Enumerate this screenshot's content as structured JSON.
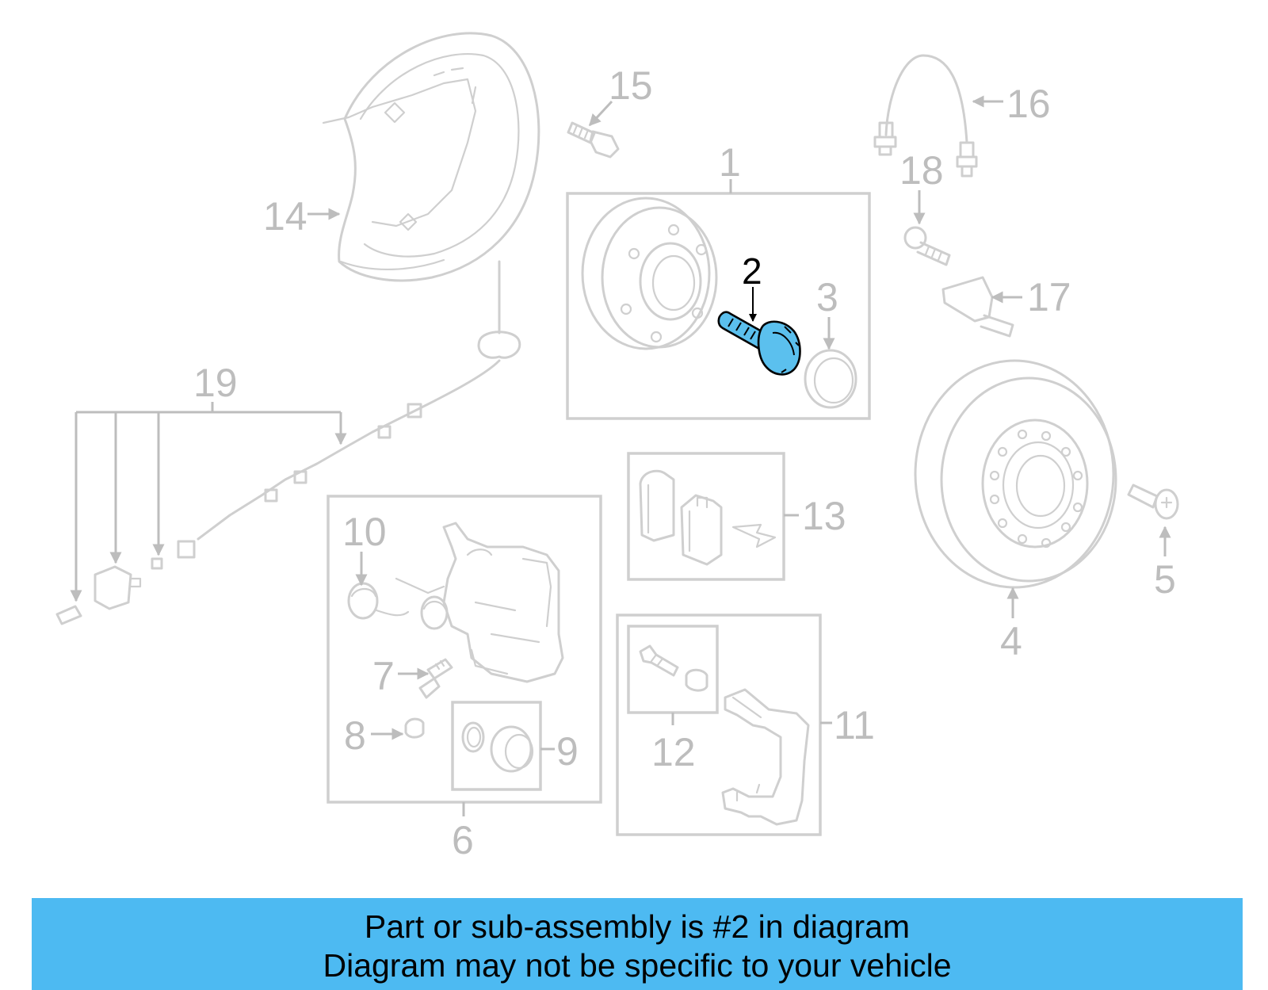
{
  "highlight_color": "#4dbaf2",
  "diagram": {
    "highlighted_part": "2",
    "callouts": {
      "c1": "1",
      "c2": "2",
      "c3": "3",
      "c4": "4",
      "c5": "5",
      "c6": "6",
      "c7": "7",
      "c8": "8",
      "c9": "9",
      "c10": "10",
      "c11": "11",
      "c12": "12",
      "c13": "13",
      "c14": "14",
      "c15": "15",
      "c16": "16",
      "c17": "17",
      "c18": "18",
      "c19": "19"
    }
  },
  "banner": {
    "line1": "Part or sub-assembly is #2 in diagram",
    "line2": "Diagram may not be specific to your vehicle"
  }
}
